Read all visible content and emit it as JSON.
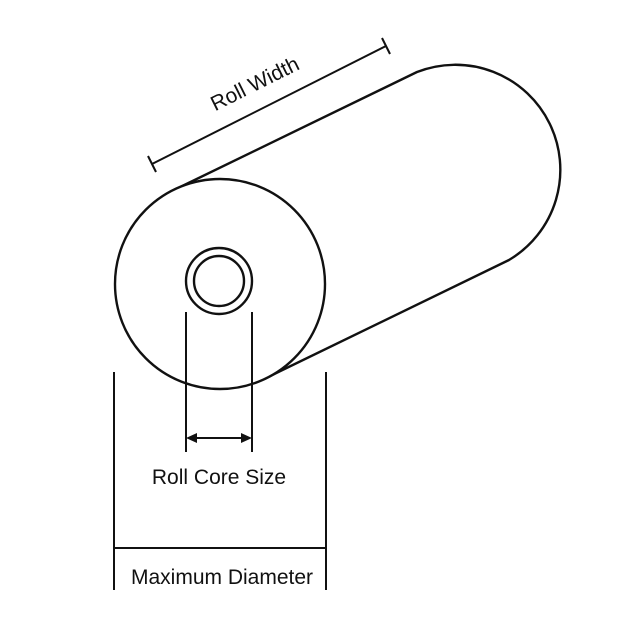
{
  "diagram": {
    "title": "paper-roll-dimensions-diagram",
    "labels": {
      "roll_width": "Roll Width",
      "roll_core_size": "Roll Core Size",
      "maximum_diameter": "Maximum Diameter"
    },
    "colors": {
      "stroke": "#111111",
      "background": "#ffffff"
    }
  }
}
